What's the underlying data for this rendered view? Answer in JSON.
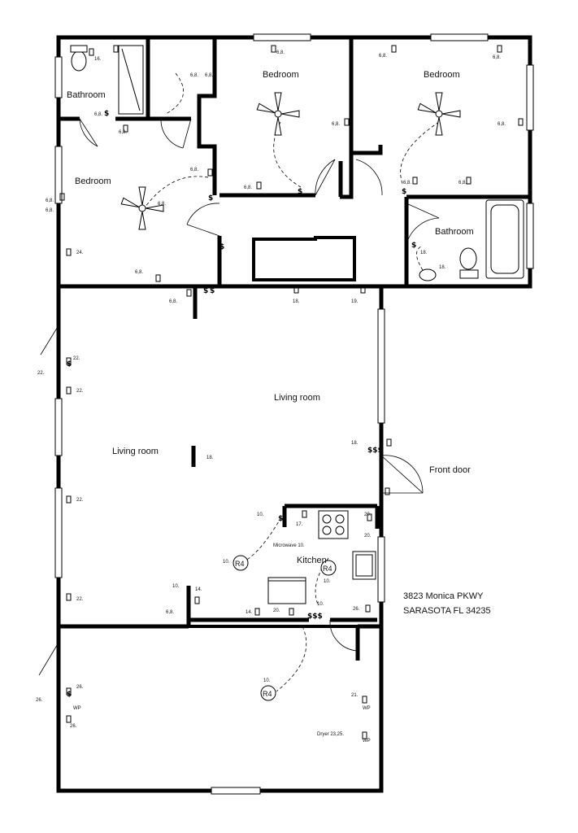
{
  "rooms": {
    "bathroom_1": "Bathroom",
    "bedroom_1": "Bedroom",
    "bedroom_2": "Bedroom",
    "bedroom_3": "Bedroom",
    "bathroom_2": "Bathroom",
    "living_room_1": "Living room",
    "living_room_2": "Living room",
    "kitchen": "Kitchen"
  },
  "labels": {
    "front_door": "Front door",
    "microwave": "Microwave 10.",
    "dryer": "Dryer 23,25."
  },
  "address": {
    "line1": "3823 Monica PKWY",
    "line2": "SARASOTA FL 34235"
  },
  "circuit_tags": {
    "r4_a": "R4",
    "r4_b": "R4",
    "r4_c": "R4"
  },
  "notes": {
    "n16": "16.",
    "n18": "18.",
    "n19": "19.",
    "n20": "20.",
    "n21": "21.",
    "n22": "22.",
    "n24": "24.",
    "n26": "26.",
    "n17": "17.",
    "n14": "14.",
    "n10": "10.",
    "n68": "6,8.",
    "wp": "WP"
  }
}
